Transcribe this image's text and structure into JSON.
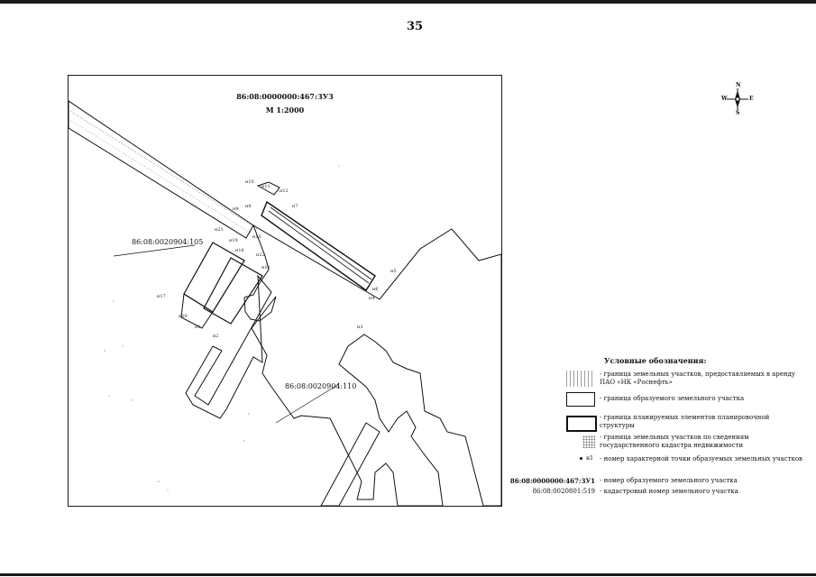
{
  "page_number": "35",
  "map": {
    "title": "86:08:0000000:467:ЗУ3",
    "scale": "М 1:2000",
    "cadastral_labels": [
      "86:08:0020904:105",
      "86:08:0020904:110"
    ],
    "points": [
      "н10",
      "н11",
      "н12",
      "н9",
      "н8",
      "н7",
      "н21",
      "н20",
      "н19",
      "н18",
      "н17",
      "н6",
      "н5",
      "н4",
      "н3",
      "н2",
      "н1",
      "н22",
      "н13",
      "н16"
    ]
  },
  "compass": {
    "n": "N",
    "s": "S",
    "w": "W",
    "e": "E"
  },
  "legend": {
    "title": "Условные обозначения:",
    "items": [
      {
        "text": "- граница земельных участков, предоставляемых в аренду ПАО «НК «Роснефть»"
      },
      {
        "text": "- граница образуемого земельного участка"
      },
      {
        "text": "- граница планируемых элементов планировочной структуры"
      },
      {
        "text": "- граница земельных участков по сведениям государственного кадастра недвижимости"
      },
      {
        "point_label": "н1",
        "text": "- номер характерной точки образуемых земельных участков"
      },
      {
        "code": "86:08:0000000:467:ЗУ1",
        "text": "- номер образуемого земельного участка"
      },
      {
        "code": "86:08:0020801:519",
        "text": "- кадастровый номер земельного участка"
      }
    ]
  }
}
